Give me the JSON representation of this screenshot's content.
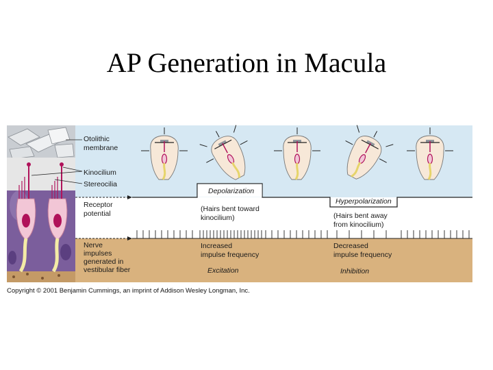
{
  "title": "AP Generation in Macula",
  "labels": {
    "otolithic": [
      "Otolithic",
      "membrane"
    ],
    "kinocilium": "Kinocilium",
    "stereocilia": "Stereocilia",
    "receptor": [
      "Receptor",
      "potential"
    ],
    "nerve": [
      "Nerve",
      "impulses",
      "generated in",
      "vestibular fiber"
    ]
  },
  "states": {
    "depolarization": "Depolarization",
    "hyperpolarization": "Hyperpolarization",
    "dep_note": [
      "(Hairs bent toward",
      "kinocilium)"
    ],
    "hyp_note": [
      "(Hairs bent away",
      "from kinocilium)"
    ],
    "increased": [
      "Increased",
      "impulse frequency"
    ],
    "decreased": [
      "Decreased",
      "impulse frequency"
    ],
    "excitation": "Excitation",
    "inhibition": "Inhibition"
  },
  "copyright": "Copyright © 2001 Benjamin Cummings, an imprint of Addison Wesley Longman, Inc.",
  "colors": {
    "sky": "#d6e8f3",
    "tan": "#d9b27e",
    "purple": "#7b5e9c",
    "cell": "#f2c6d6",
    "kinocilium": "#b0125a",
    "nerve": "#f4eba6"
  }
}
